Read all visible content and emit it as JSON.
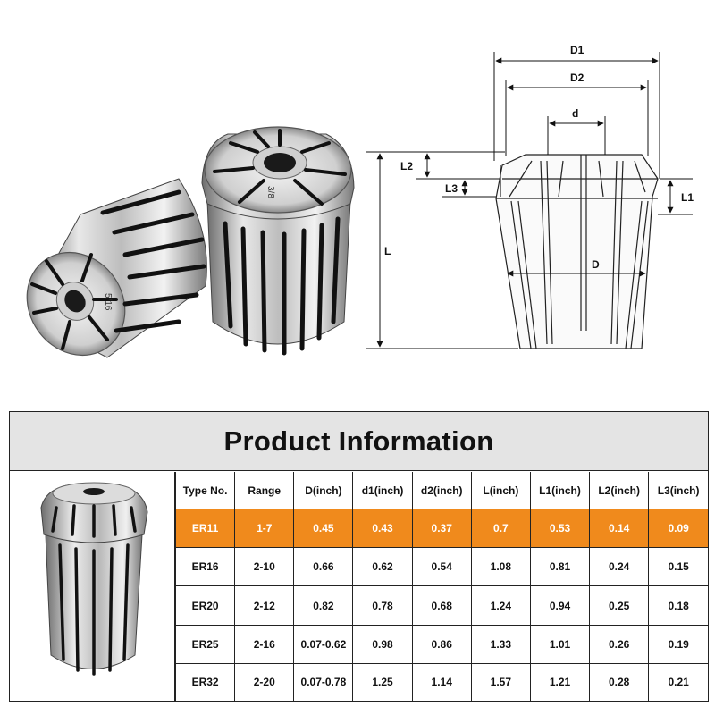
{
  "photo": {
    "left_collet_marking": "5/16",
    "right_collet_marking": "3/8"
  },
  "diagram": {
    "labels": {
      "D1": "D1",
      "D2": "D2",
      "d": "d",
      "D": "D",
      "L": "L",
      "L1": "L1",
      "L2": "L2",
      "L3": "L3"
    }
  },
  "product_info": {
    "title": "Product Information",
    "highlight_color": "#f08a1c",
    "columns": [
      "Type No.",
      "Range",
      "D(inch)",
      "d1(inch)",
      "d2(inch)",
      "L(inch)",
      "L1(inch)",
      "L2(inch)",
      "L3(inch)"
    ],
    "rows": [
      [
        "ER11",
        "1-7",
        "0.45",
        "0.43",
        "0.37",
        "0.7",
        "0.53",
        "0.14",
        "0.09"
      ],
      [
        "ER16",
        "2-10",
        "0.66",
        "0.62",
        "0.54",
        "1.08",
        "0.81",
        "0.24",
        "0.15"
      ],
      [
        "ER20",
        "2-12",
        "0.82",
        "0.78",
        "0.68",
        "1.24",
        "0.94",
        "0.25",
        "0.18"
      ],
      [
        "ER25",
        "2-16",
        "0.07-0.62",
        "0.98",
        "0.86",
        "1.33",
        "1.01",
        "0.26",
        "0.19"
      ],
      [
        "ER32",
        "2-20",
        "0.07-0.78",
        "1.25",
        "1.14",
        "1.57",
        "1.21",
        "0.28",
        "0.21"
      ]
    ],
    "highlighted_row": 0
  }
}
